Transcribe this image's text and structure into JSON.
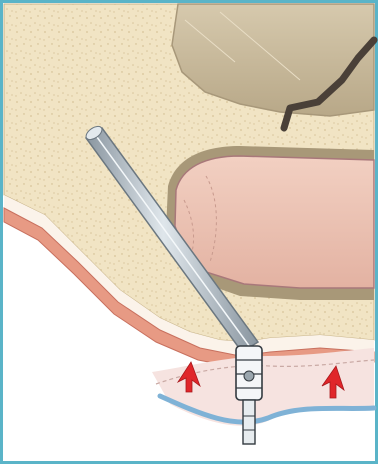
{
  "figure": {
    "frame_color": "#5ab4c8",
    "colors": {
      "background": "#ffffff",
      "bone": "#f1e4c4",
      "bone_speckle": "#d8c49a",
      "bone_edge": "#c8b48a",
      "sinus_cavity": "#cdbfa2",
      "sinus_shadow": "#a8987a",
      "mucosa": "#edc3b4",
      "mucosa_edge": "#a8787a",
      "gingiva": "#e79a84",
      "membrane": "#f6e3e0",
      "membrane_edge": "#7fb2d6",
      "instrument": "#bfcad2",
      "instrument_edge": "#6b7780",
      "arrow": "#e0262a",
      "dark_structure": "#4a4038"
    },
    "elements": [
      {
        "name": "maxillary-bone",
        "type": "anatomy"
      },
      {
        "name": "maxillary-sinus",
        "type": "anatomy"
      },
      {
        "name": "sinus-mucosa",
        "type": "anatomy"
      },
      {
        "name": "gingival-layer",
        "type": "anatomy"
      },
      {
        "name": "lower-membrane",
        "type": "anatomy"
      },
      {
        "name": "surgical-instrument",
        "type": "tool"
      },
      {
        "name": "lift-arrow-left",
        "type": "annotation",
        "direction": "up"
      },
      {
        "name": "lift-arrow-right",
        "type": "annotation",
        "direction": "up"
      }
    ]
  }
}
